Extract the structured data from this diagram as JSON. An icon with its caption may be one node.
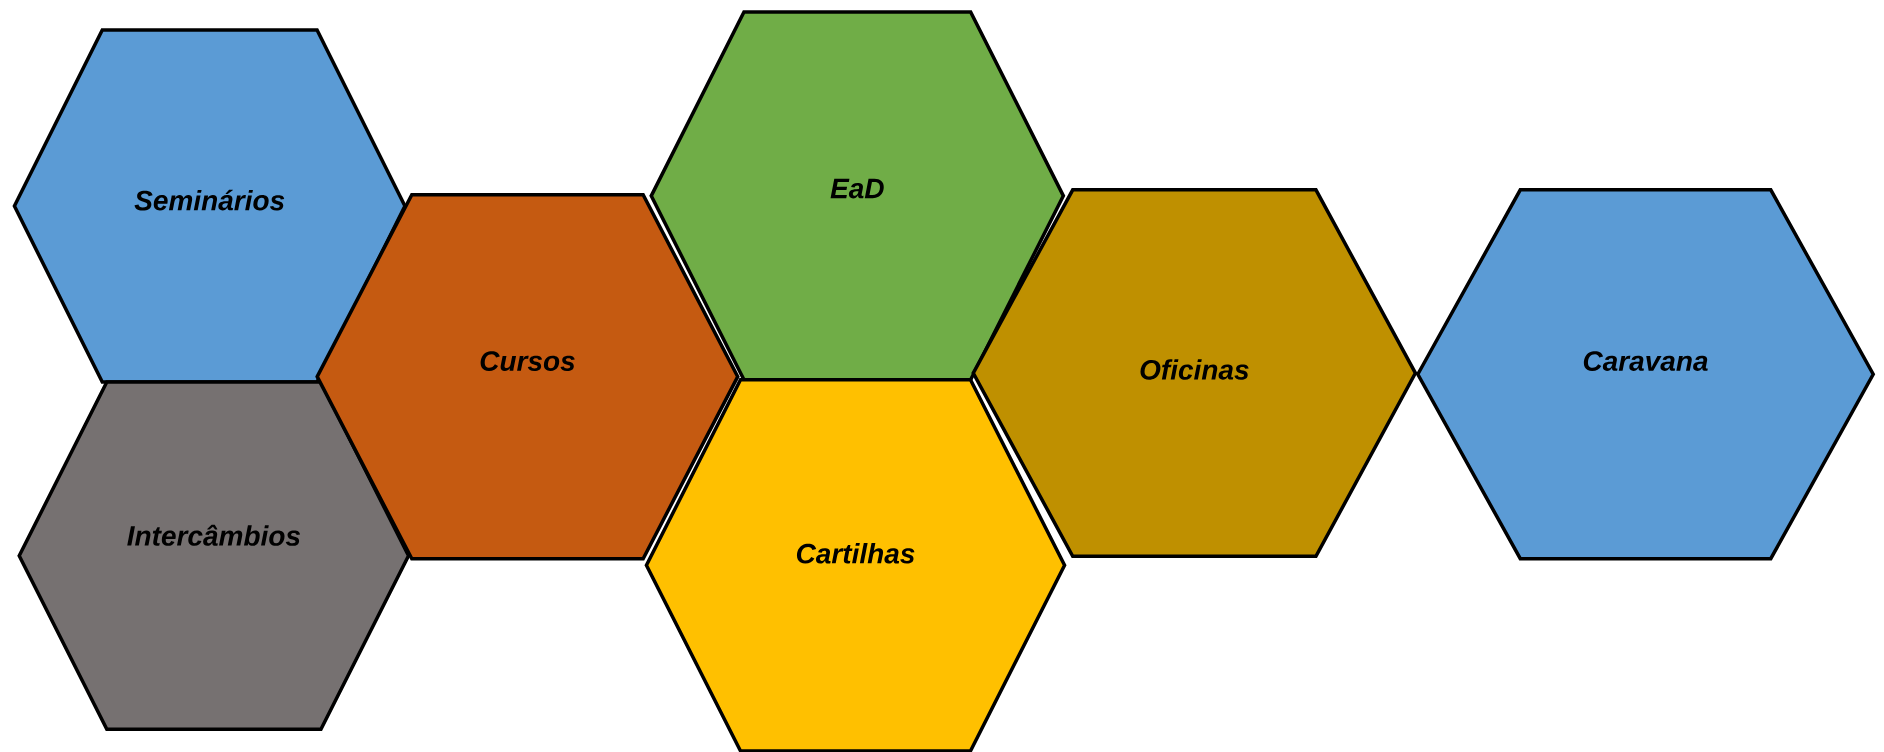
{
  "diagram": {
    "nodes": [
      {
        "text": [
          "Seminários"
        ]
      },
      {
        "text": [
          "Intercâmbios"
        ]
      },
      {
        "text": [
          "Cursos"
        ]
      },
      {
        "text": [
          "EaD"
        ]
      },
      {
        "text": [
          "Cartilhas"
        ]
      },
      {
        "text": [
          "Oficinas"
        ]
      },
      {
        "text": [
          "Caravana"
        ]
      }
    ]
  }
}
